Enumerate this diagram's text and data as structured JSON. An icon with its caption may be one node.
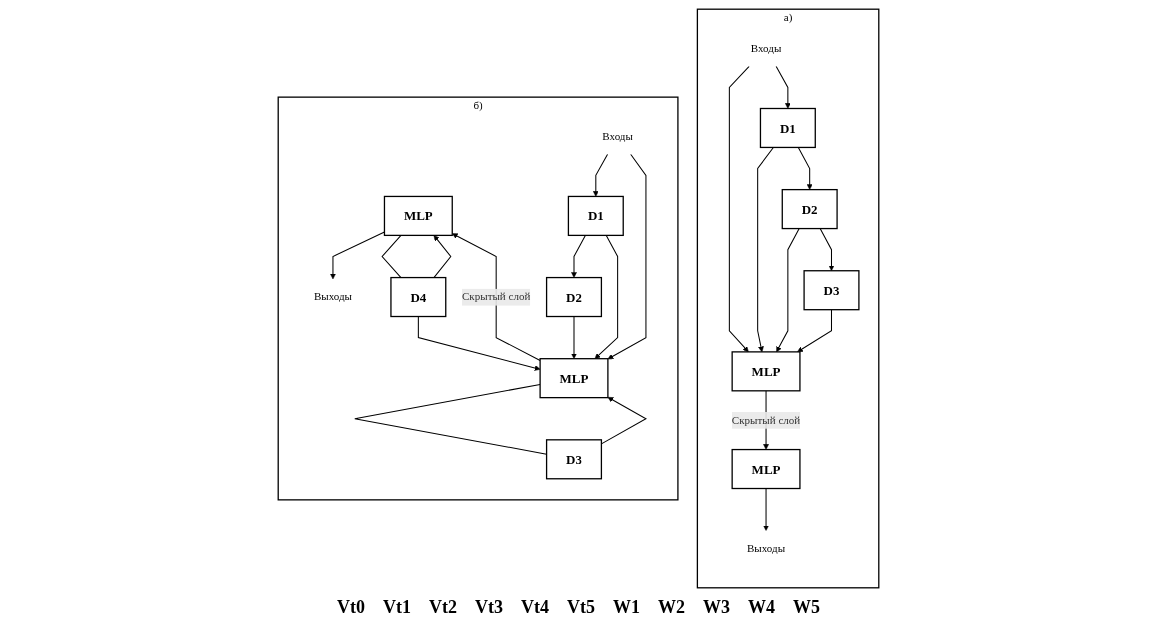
{
  "diagram": {
    "nodes": [
      {
        "text": [
          "а)"
        ]
      },
      {
        "text": [
          "Выходы"
        ],
        "in": 0
      },
      {
        "text": [
          "MLP"
        ],
        "in": 0
      },
      {
        "text": [
          "MLP"
        ],
        "in": 0
      },
      {
        "text": [
          "D3"
        ],
        "in": 0
      },
      {
        "text": [
          "D2"
        ],
        "in": 0
      },
      {
        "text": [
          "D1"
        ],
        "in": 0
      },
      {
        "text": [
          "Входы"
        ],
        "in": 0
      },
      {
        "text": [
          "б)"
        ]
      },
      {
        "text": [
          "Выходы"
        ],
        "in": 8
      },
      {
        "text": [
          "MLP"
        ],
        "in": 8
      },
      {
        "text": [
          "D4"
        ],
        "in": 8
      },
      {
        "text": [
          "MLP"
        ],
        "in": 8
      },
      {
        "text": [
          "D3"
        ],
        "in": 8
      },
      {
        "text": [
          "D2"
        ],
        "in": 8
      },
      {
        "text": [
          "D1"
        ],
        "in": 8
      },
      {
        "text": [
          "Входы"
        ],
        "in": 8
      }
    ],
    "edges": [
      {
        "from": 2,
        "to": 1,
        "arrow": "to"
      },
      {
        "from": 3,
        "to": 2,
        "arrow": "to",
        "label": "Скрытый слой"
      },
      {
        "from": 7,
        "to": 6,
        "arrow": "to"
      },
      {
        "from": 7,
        "to": 3,
        "arrow": "to"
      },
      {
        "from": 6,
        "to": 5,
        "arrow": "to"
      },
      {
        "from": 6,
        "to": 3,
        "arrow": "to"
      },
      {
        "from": 5,
        "to": 4,
        "arrow": "to"
      },
      {
        "from": 5,
        "to": 3,
        "arrow": "to"
      },
      {
        "from": 4,
        "to": 3,
        "arrow": "to"
      },
      {
        "from": 10,
        "to": 9,
        "arrow": "to"
      },
      {
        "from": 10,
        "to": 11,
        "arrow": "none"
      },
      {
        "from": 11,
        "to": 10,
        "arrow": "to"
      },
      {
        "from": 11,
        "to": 12,
        "arrow": "to"
      },
      {
        "from": 12,
        "to": 10,
        "arrow": "to",
        "label": "Скрытый слой"
      },
      {
        "from": 12,
        "to": 13,
        "arrow": "none"
      },
      {
        "from": 13,
        "to": 12,
        "arrow": "to"
      },
      {
        "from": 16,
        "to": 15,
        "arrow": "to"
      },
      {
        "from": 16,
        "to": 12,
        "arrow": "to"
      },
      {
        "from": 15,
        "to": 14,
        "arrow": "to"
      },
      {
        "from": 15,
        "to": 12,
        "arrow": "to"
      },
      {
        "from": 14,
        "to": 12,
        "arrow": "to"
      }
    ],
    "labels": [
      "Vt0",
      "Vt1",
      "Vt2",
      "Vt3",
      "Vt4",
      "Vt5",
      "W1",
      "W2",
      "W3",
      "W4",
      "W5"
    ]
  }
}
